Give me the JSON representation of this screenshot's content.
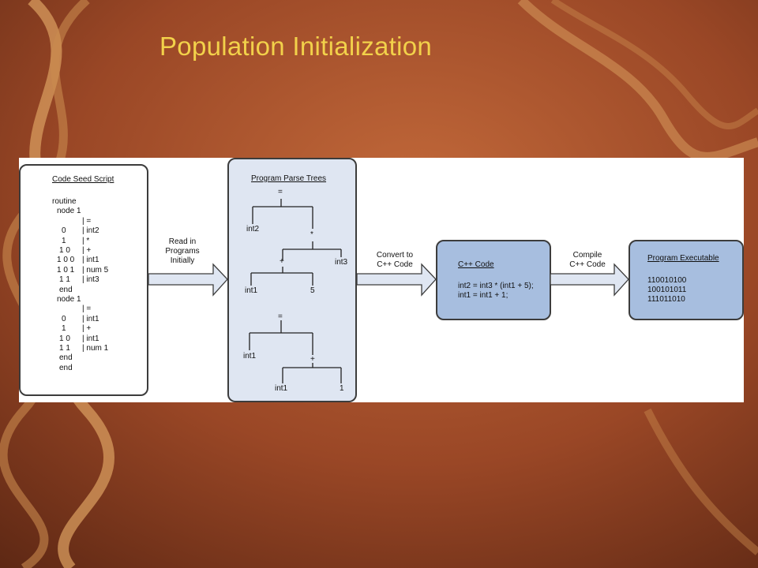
{
  "slide": {
    "title": "Population Initialization"
  },
  "seed": {
    "title": "Code Seed Script",
    "lines": [
      {
        "a": "routine",
        "b": ""
      },
      {
        "a": "node 1",
        "b": ""
      },
      {
        "a": "",
        "b": "| ="
      },
      {
        "a": "0",
        "b": "| int2"
      },
      {
        "a": "1",
        "b": "| *"
      },
      {
        "a": "1 0",
        "b": "| +"
      },
      {
        "a": "1 0 0",
        "b": "| int1"
      },
      {
        "a": "1 0 1",
        "b": "| num 5"
      },
      {
        "a": "1 1",
        "b": "| int3"
      },
      {
        "a": "end",
        "b": ""
      },
      {
        "a": "node 1",
        "b": ""
      },
      {
        "a": "",
        "b": "| ="
      },
      {
        "a": "0",
        "b": "| int1"
      },
      {
        "a": "1",
        "b": "| +"
      },
      {
        "a": "1 0",
        "b": "| int1"
      },
      {
        "a": "1 1",
        "b": "| num 1"
      },
      {
        "a": "end",
        "b": ""
      },
      {
        "a": "end",
        "b": ""
      }
    ]
  },
  "arrow_labels": {
    "read": "Read in\nPrograms\nInitially",
    "convert": "Convert to\nC++ Code",
    "compile": "Compile\nC++ Code"
  },
  "parse_trees": {
    "title": "Program Parse Trees",
    "tree1": {
      "root": "=",
      "left": "int2",
      "mult": "*",
      "plus": "+",
      "int3": "int3",
      "int1": "int1",
      "five": "5"
    },
    "tree2": {
      "root": "=",
      "left": "int1",
      "plus": "+",
      "int1": "int1",
      "one": "1"
    }
  },
  "cpp": {
    "title": "C++ Code",
    "lines": [
      "int2 = int3 * (int1 + 5);",
      "int1 = int1 + 1;"
    ]
  },
  "exe": {
    "title": "Program Executable",
    "lines": [
      "110010100",
      "100101011",
      "111011010"
    ]
  },
  "colors": {
    "title": "#f2d14a",
    "box_lavender": "#dfe6f2",
    "box_blue": "#a7bedf",
    "arrow_fill": "#dfe6f2"
  }
}
